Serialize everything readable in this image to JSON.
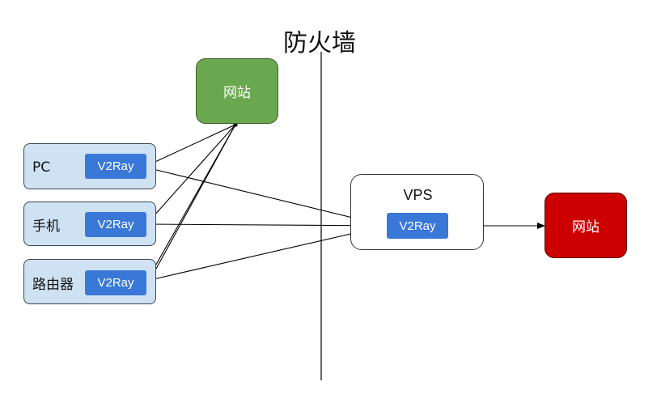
{
  "title": "防火墙",
  "clients": [
    {
      "label": "PC",
      "tag": "V2Ray"
    },
    {
      "label": "手机",
      "tag": "V2Ray"
    },
    {
      "label": "路由器",
      "tag": "V2Ray"
    }
  ],
  "direct_site": {
    "label": "网站",
    "color": "#6aa84f"
  },
  "vps": {
    "label": "VPS",
    "tag": "V2Ray"
  },
  "target_site": {
    "label": "网站",
    "color": "#cc0000"
  },
  "colors": {
    "client_fill": "#cfe2f3",
    "tag_fill": "#3a78d8",
    "line": "#000000"
  }
}
